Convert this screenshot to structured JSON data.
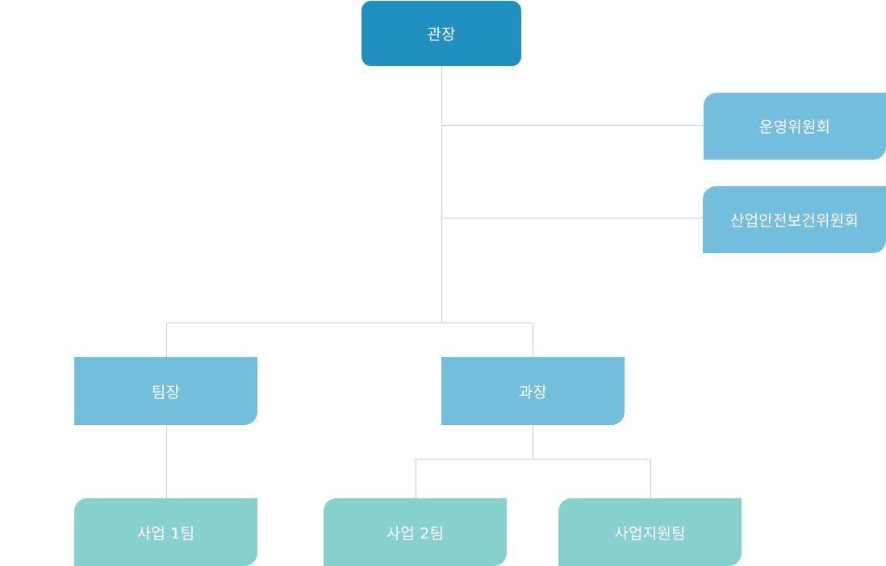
{
  "org_chart": {
    "director": "관장",
    "committees": {
      "operations": "운영위원회",
      "safety_health": "산업안전보건위원회"
    },
    "team_lead": "팀장",
    "section_chief": "과장",
    "teams": {
      "business_team_1": "사업 1팀",
      "business_team_2": "사업 2팀",
      "business_support": "사업지원팀"
    }
  },
  "colors": {
    "director_fill": "#2090c0",
    "committee_fill": "#73bddd",
    "manager_fill": "#73bddd",
    "team_fill": "#86d0cd",
    "connector": "#cccccc",
    "label": "#ffffff"
  }
}
